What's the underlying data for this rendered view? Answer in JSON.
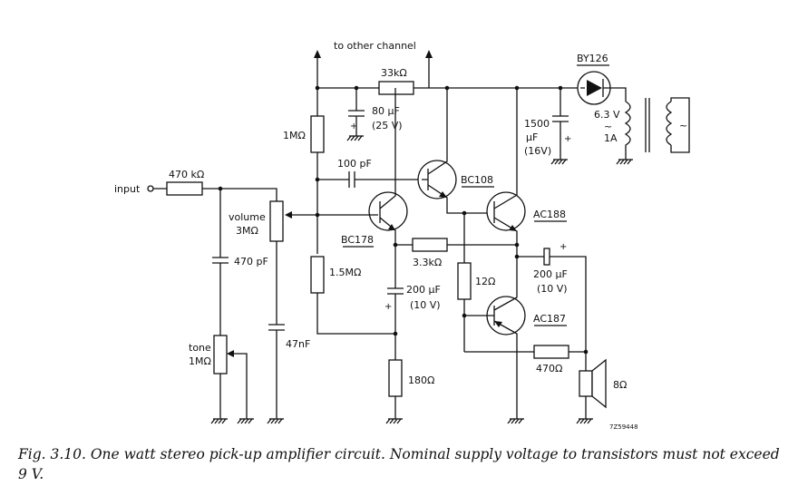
{
  "labels": {
    "to_other_channel": "to other channel",
    "input": "input",
    "r_470k": "470 kΩ",
    "volume": "volume",
    "volume_val": "3MΩ",
    "c_470pF": "470 pF",
    "tone": "tone",
    "tone_val": "1MΩ",
    "c_47nF": "47nF",
    "r_1M": "1MΩ",
    "r_1_5M": "1.5MΩ",
    "c_100pF": "100 pF",
    "r_33k": "33kΩ",
    "c_80uF_a": "80 µF",
    "c_80uF_b": "(25 V)",
    "bc108": "BC108",
    "bc178": "BC178",
    "c_200uF_1a": "200 µF",
    "c_200uF_1b": "(10 V)",
    "r_180": "180Ω",
    "r_3_3k": "3.3kΩ",
    "c_1500_a": "1500",
    "c_1500_b": "µF",
    "c_1500_c": "(16V)",
    "ac188": "AC188",
    "ac187": "AC187",
    "r_12": "12Ω",
    "c_200uF_2a": "200 µF",
    "c_200uF_2b": "(10 V)",
    "r_470": "470Ω",
    "speaker": "8Ω",
    "by126": "BY126",
    "v_6_3": "6.3 V",
    "v_tilde": "~",
    "a_1": "1A",
    "ac_symbol": "~",
    "ref": "7Z59448",
    "plus": "+"
  },
  "caption": "Fig. 3.10. One watt stereo pick-up amplifier circuit. Nominal supply voltage to transistors must not exceed 9 V."
}
